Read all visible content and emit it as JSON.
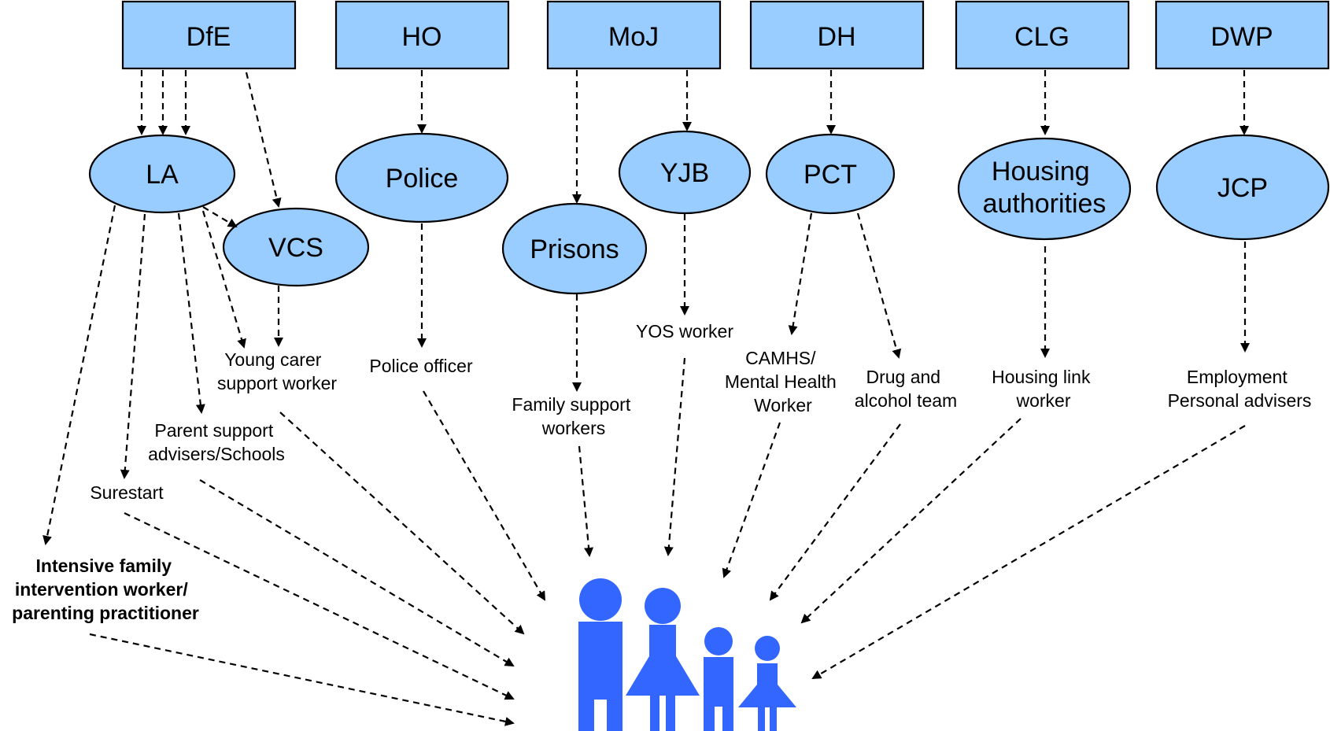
{
  "departments": {
    "dfe": "DfE",
    "ho": "HO",
    "moj": "MoJ",
    "dh": "DH",
    "clg": "CLG",
    "dwp": "DWP"
  },
  "agencies": {
    "la": "LA",
    "vcs": "VCS",
    "police": "Police",
    "prisons": "Prisons",
    "yjb": "YJB",
    "pct": "PCT",
    "housing": [
      "Housing",
      "authorities"
    ],
    "jcp": "JCP"
  },
  "roles": {
    "young_carer": [
      "Young carer",
      "support worker"
    ],
    "police_officer": "Police officer",
    "family_support": [
      "Family support",
      "workers"
    ],
    "yos_worker": "YOS worker",
    "camhs": [
      "CAMHS/",
      "Mental Health",
      "Worker"
    ],
    "drug_alcohol": [
      "Drug and",
      "alcohol team"
    ],
    "housing_link": [
      "Housing link",
      "worker"
    ],
    "employment": [
      "Employment",
      "Personal advisers"
    ],
    "parent_support": [
      "Parent support",
      "advisers/Schools"
    ],
    "surestart": "Surestart",
    "intensive_family": [
      "Intensive family",
      "intervention worker/",
      "parenting practitioner"
    ]
  },
  "colors": {
    "box_fill": "#99ccff",
    "family_fill": "#3366ff",
    "stroke": "#000000"
  }
}
